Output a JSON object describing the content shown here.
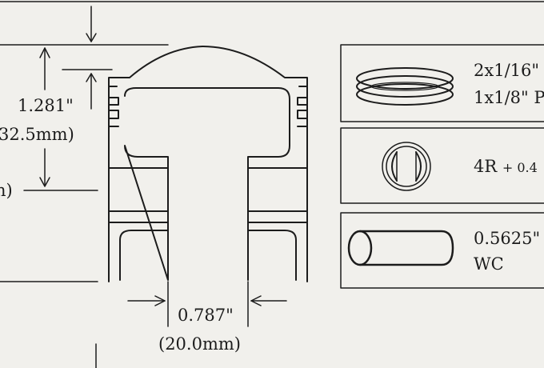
{
  "piston": {
    "height_in": "1.281\"",
    "height_mm": "32.5mm)",
    "left_cut_label": "n)"
  },
  "pin_bore": {
    "diameter_in": "0.787\"",
    "diameter_mm": "(20.0mm)"
  },
  "parts": [
    {
      "name": "piston-rings",
      "line1": "2x1/16\"",
      "line2": "1x1/8\" P"
    },
    {
      "name": "circlips",
      "line1_main": "4R",
      "line1_extra": "+ 0.4"
    },
    {
      "name": "wrist-pin",
      "line1": "0.5625\"",
      "line2": "WC"
    }
  ]
}
